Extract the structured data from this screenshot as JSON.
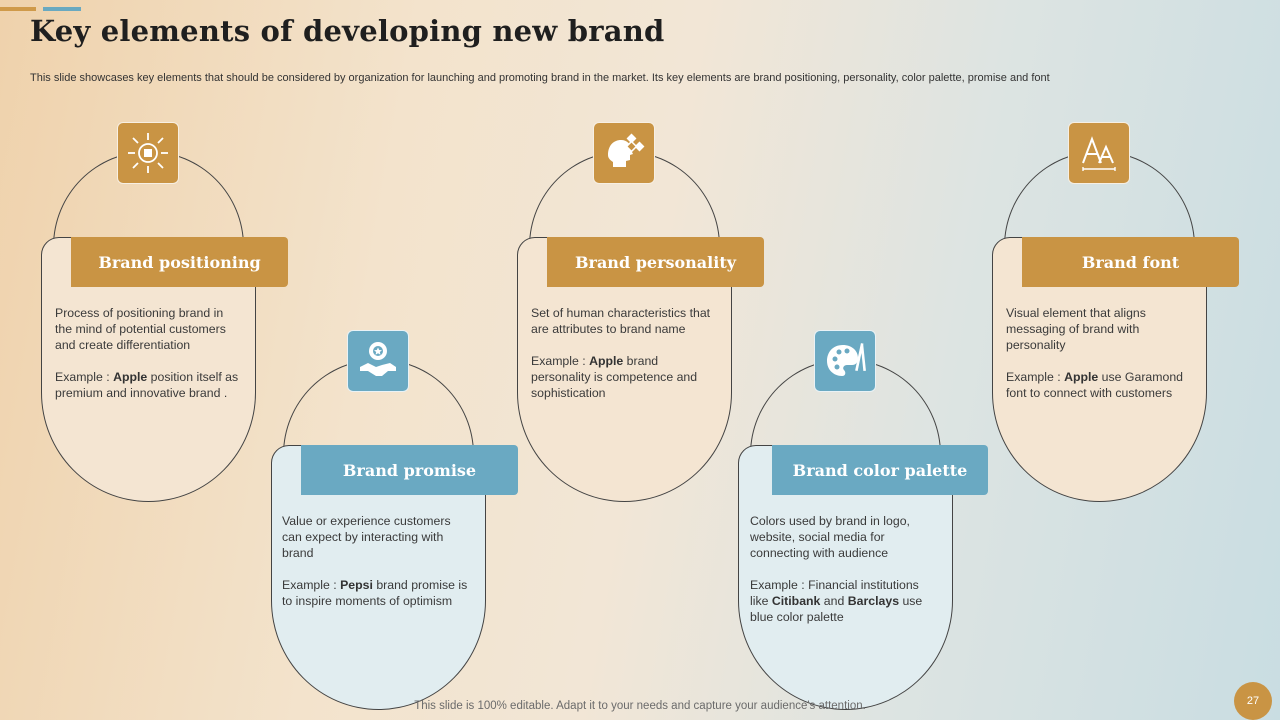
{
  "title": "Key elements of developing new brand",
  "subtitle": "This slide showcases key elements that should be considered by organization for launching and promoting brand in the market. Its key elements are brand positioning, personality, color palette, promise and font",
  "cards": [
    {
      "label": "Brand positioning",
      "icon": "positioning-icon",
      "description": "Process of positioning brand in the mind of potential customers and create differentiation",
      "example_prefix": "Example : ",
      "example_bold": "Apple",
      "example_rest": " position itself as premium and innovative  brand  ."
    },
    {
      "label": "Brand promise",
      "icon": "handshake-badge-icon",
      "description": "Value or experience customers can expect by interacting with brand",
      "example_prefix": "Example : ",
      "example_bold": "Pepsi",
      "example_rest": " brand promise is to inspire moments of optimism"
    },
    {
      "label": "Brand personality",
      "icon": "head-puzzle-icon",
      "description": "Set of human characteristics that are attributes to brand name",
      "example_prefix": "Example : ",
      "example_bold": "Apple",
      "example_rest": " brand personality is competence and sophistication"
    },
    {
      "label": "Brand color palette",
      "icon": "palette-icon",
      "description": "Colors used by brand  in logo, website, social media for connecting with audience",
      "example_prefix": "Example : Financial institutions like ",
      "example_bold": "Citibank",
      "example_mid": " and ",
      "example_bold2": "Barclays",
      "example_rest": " use blue color palette"
    },
    {
      "label": "Brand font",
      "icon": "font-icon",
      "description": "Visual element that aligns messaging of brand with personality",
      "example_prefix": "Example : ",
      "example_bold": "Apple",
      "example_rest": " use Garamond font to connect with customers"
    }
  ],
  "footer": "This slide is 100% editable. Adapt it to your needs and capture your audience's attention.",
  "page_number": "27",
  "colors": {
    "gold": "#c99444",
    "blue": "#6aa9c2"
  }
}
